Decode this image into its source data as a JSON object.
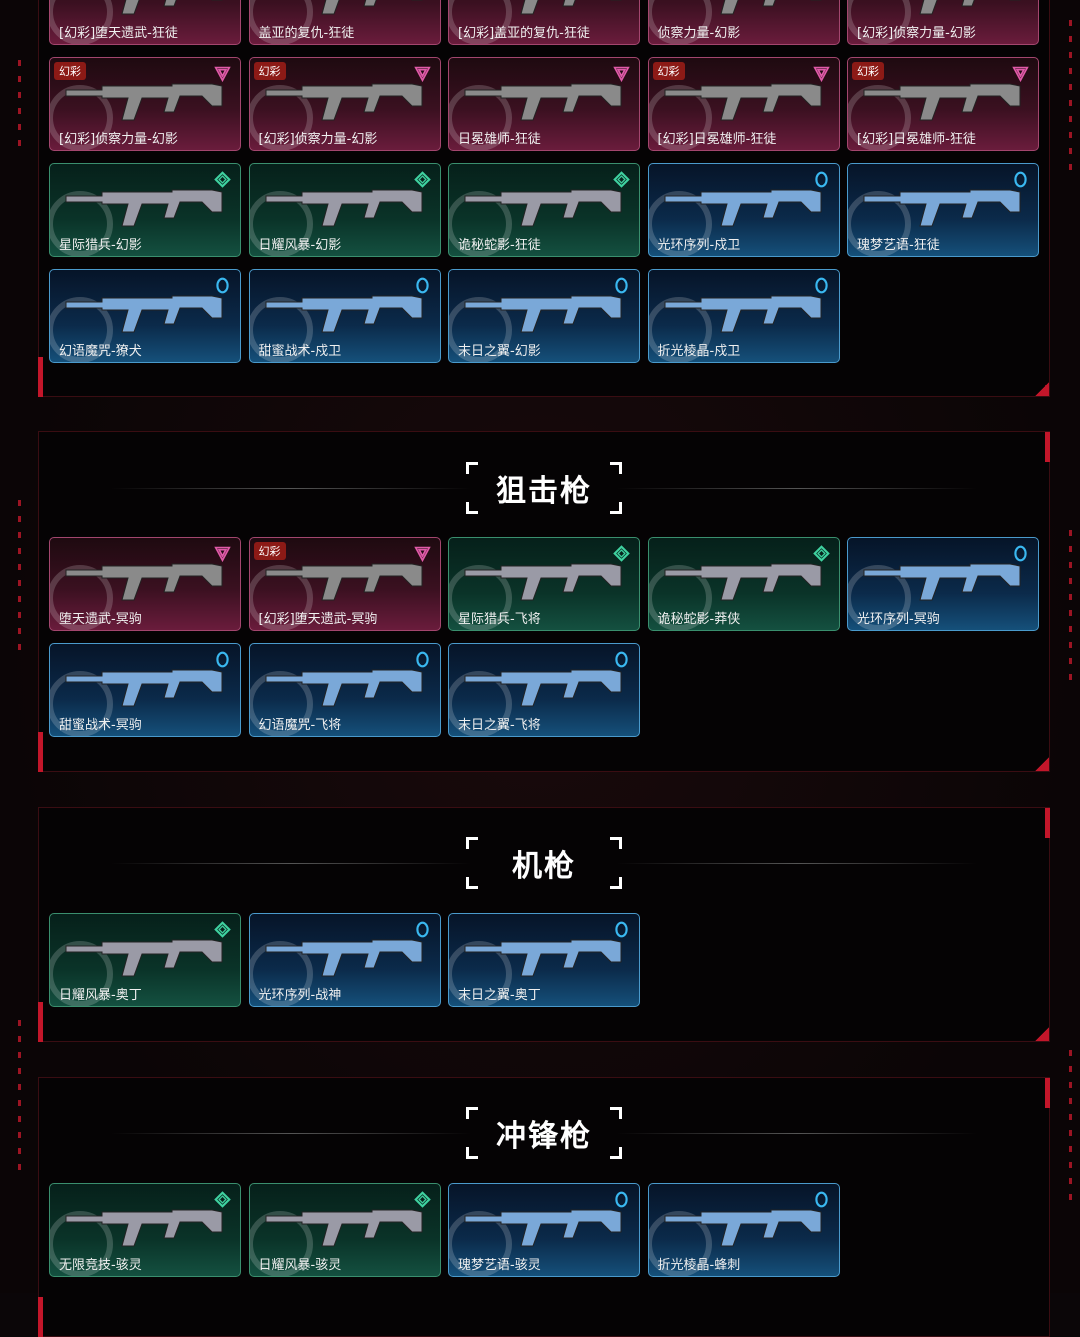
{
  "colors": {
    "pink": "#a3466e",
    "green": "#3a8f6e",
    "blue": "#4a9acc",
    "accent": "#c3162a",
    "badge": "#8c1a16"
  },
  "badge_label": "幻彩",
  "sections": [
    {
      "title": "",
      "cards": [
        {
          "name": "[幻彩]堕天遗武-狂徒",
          "tier": "pink",
          "badge": false
        },
        {
          "name": "盖亚的复仇-狂徒",
          "tier": "pink",
          "badge": false
        },
        {
          "name": "[幻彩]盖亚的复仇-狂徒",
          "tier": "pink",
          "badge": false
        },
        {
          "name": "侦察力量-幻影",
          "tier": "pink",
          "badge": false
        },
        {
          "name": "[幻彩]侦察力量-幻影",
          "tier": "pink",
          "badge": false
        },
        {
          "name": "[幻彩]侦察力量-幻影",
          "tier": "pink",
          "badge": true
        },
        {
          "name": "[幻彩]侦察力量-幻影",
          "tier": "pink",
          "badge": true
        },
        {
          "name": "日冕雄师-狂徒",
          "tier": "pink",
          "badge": false
        },
        {
          "name": "[幻彩]日冕雄师-狂徒",
          "tier": "pink",
          "badge": true
        },
        {
          "name": "[幻彩]日冕雄师-狂徒",
          "tier": "pink",
          "badge": true
        },
        {
          "name": "星际猎兵-幻影",
          "tier": "green",
          "badge": false
        },
        {
          "name": "日耀风暴-幻影",
          "tier": "green",
          "badge": false
        },
        {
          "name": "诡秘蛇影-狂徒",
          "tier": "green",
          "badge": false
        },
        {
          "name": "光环序列-戍卫",
          "tier": "blue",
          "badge": false
        },
        {
          "name": "瑰梦艺语-狂徒",
          "tier": "blue",
          "badge": false
        },
        {
          "name": "幻语魔咒-獠犬",
          "tier": "blue",
          "badge": false
        },
        {
          "name": "甜蜜战术-戍卫",
          "tier": "blue",
          "badge": false
        },
        {
          "name": "末日之翼-幻影",
          "tier": "blue",
          "badge": false
        },
        {
          "name": "折光棱晶-戍卫",
          "tier": "blue",
          "badge": false
        }
      ]
    },
    {
      "title": "狙击枪",
      "cards": [
        {
          "name": "堕天遗武-冥驹",
          "tier": "pink",
          "badge": false
        },
        {
          "name": "[幻彩]堕天遗武-冥驹",
          "tier": "pink",
          "badge": true
        },
        {
          "name": "星际猎兵-飞将",
          "tier": "green",
          "badge": false
        },
        {
          "name": "诡秘蛇影-莽侠",
          "tier": "green",
          "badge": false
        },
        {
          "name": "光环序列-冥驹",
          "tier": "blue",
          "badge": false
        },
        {
          "name": "甜蜜战术-冥驹",
          "tier": "blue",
          "badge": false
        },
        {
          "name": "幻语魔咒-飞将",
          "tier": "blue",
          "badge": false
        },
        {
          "name": "末日之翼-飞将",
          "tier": "blue",
          "badge": false
        }
      ]
    },
    {
      "title": "机枪",
      "cards": [
        {
          "name": "日耀风暴-奥丁",
          "tier": "green",
          "badge": false
        },
        {
          "name": "光环序列-战神",
          "tier": "blue",
          "badge": false
        },
        {
          "name": "末日之翼-奥丁",
          "tier": "blue",
          "badge": false
        }
      ]
    },
    {
      "title": "冲锋枪",
      "cards": [
        {
          "name": "无限竞技-骇灵",
          "tier": "green",
          "badge": false
        },
        {
          "name": "日耀风暴-骇灵",
          "tier": "green",
          "badge": false
        },
        {
          "name": "瑰梦艺语-骇灵",
          "tier": "blue",
          "badge": false
        },
        {
          "name": "折光棱晶-蜂刺",
          "tier": "blue",
          "badge": false
        }
      ]
    }
  ]
}
